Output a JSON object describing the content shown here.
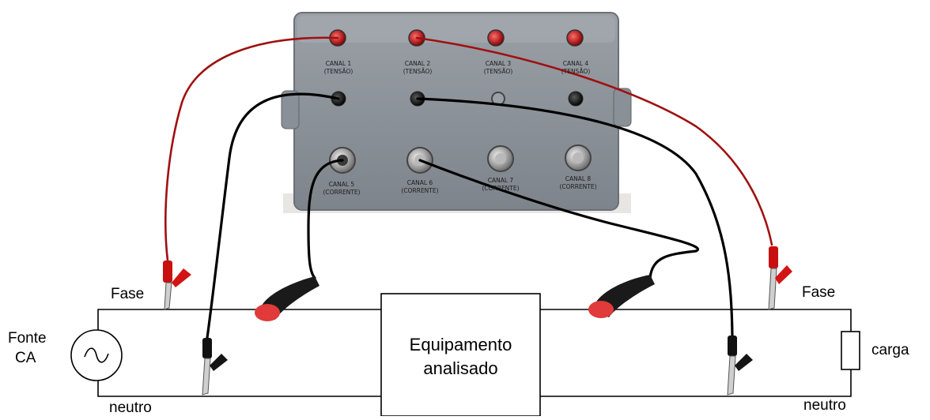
{
  "panel": {
    "channels": [
      {
        "name": "CANAL 1",
        "type": "(TENSÃO)"
      },
      {
        "name": "CANAL 2",
        "type": "(TENSÃO)"
      },
      {
        "name": "CANAL 3",
        "type": "(TENSÃO)"
      },
      {
        "name": "CANAL 4",
        "type": "(TENSÃO)"
      },
      {
        "name": "CANAL 5",
        "type": "(CORRENTE)"
      },
      {
        "name": "CANAL 6",
        "type": "(CORRENTE)"
      },
      {
        "name": "CANAL 7",
        "type": "(CORRENTE)"
      },
      {
        "name": "CANAL 8",
        "type": "(CORRENTE)"
      }
    ],
    "body_color": "#8d939a"
  },
  "circuit": {
    "source_label_line1": "Fonte",
    "source_label_line2": "CA",
    "phase_left": "Fase",
    "phase_right": "Fase",
    "neutral_left": "neutro",
    "neutral_right": "neutro",
    "equipment_line1": "Equipamento",
    "equipment_line2": "analisado",
    "load_label": "carga"
  },
  "colors": {
    "voltage_lead": "#a01010",
    "ground_lead": "#000000",
    "clamp": "#e03a3a"
  }
}
